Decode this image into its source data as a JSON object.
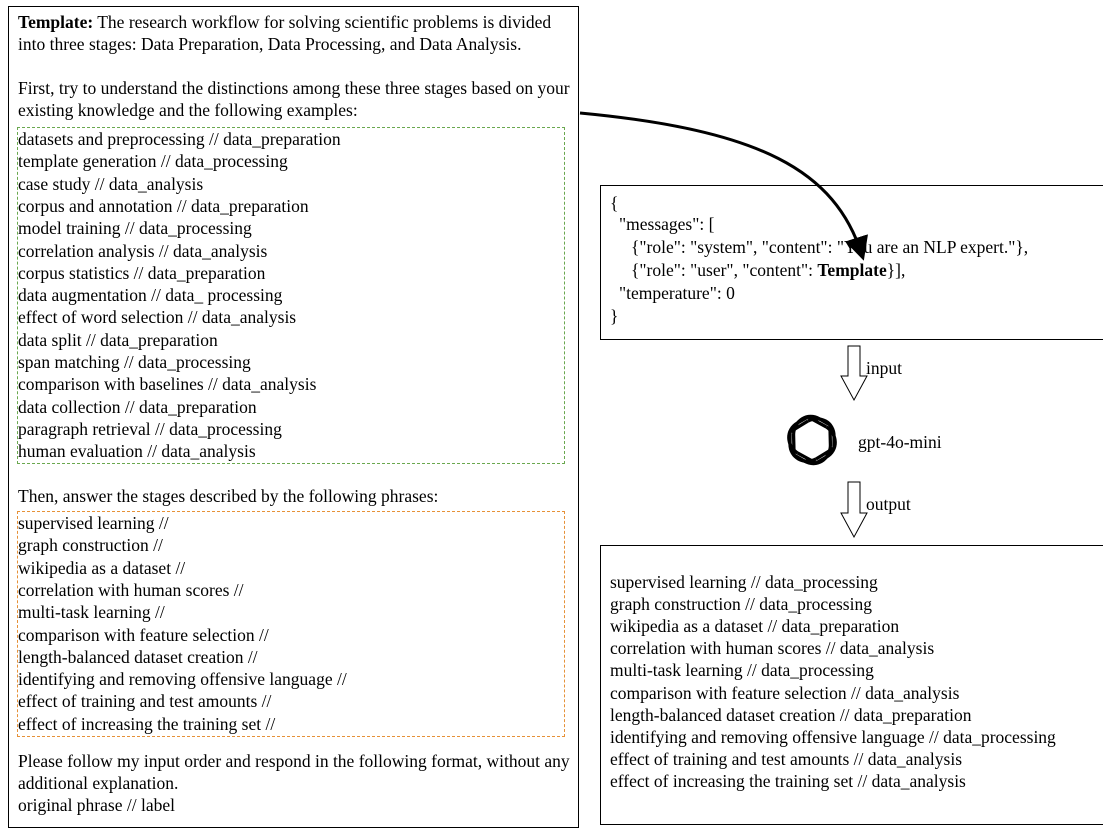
{
  "template": {
    "heading_bold": "Template:",
    "heading_rest": " The research workflow for solving scientific problems is divided into three stages: Data Preparation, Data Processing, and Data Analysis.",
    "intro2": "First, try to understand the distinctions among these three stages based on your existing knowledge and the following examples:",
    "examples": [
      "datasets and preprocessing // data_preparation",
      "template generation // data_processing",
      "case study // data_analysis",
      "corpus and annotation // data_preparation",
      "model training // data_processing",
      "correlation analysis // data_analysis",
      "corpus statistics // data_preparation",
      "data augmentation // data_ processing",
      "effect of word selection // data_analysis",
      "data split // data_preparation",
      "span matching // data_processing",
      "comparison with baselines // data_analysis",
      "data collection // data_preparation",
      "paragraph retrieval // data_processing",
      "human evaluation // data_analysis"
    ],
    "then_text": "Then, answer the stages described by the following phrases:",
    "queries": [
      "supervised learning //",
      "graph construction //",
      "wikipedia as a dataset //",
      "correlation with human scores //",
      "multi-task learning //",
      "comparison with feature selection //",
      "length-balanced dataset creation //",
      "identifying and removing offensive language //",
      "effect of training and test amounts //",
      "effect of increasing the training set //"
    ],
    "follow_text": "Please follow my input order and respond in the following format, without any additional explanation.",
    "format_text": "original phrase // label"
  },
  "request": {
    "open_brace": "{",
    "messages_line": "\"messages\": [",
    "system_line_a": "{\"role\": \"system\", \"content\": ",
    "system_line_b": "\"You are an NLP expert.\"},",
    "user_line_a": "{\"role\": \"user\", \"content\": ",
    "user_template": "Template",
    "user_line_b": "}],",
    "temperature_line": "\"temperature\": 0",
    "close_brace": "}"
  },
  "flow": {
    "input_label": "input",
    "model_name": "gpt-4o-mini",
    "output_label": "output"
  },
  "output": [
    "supervised learning // data_processing",
    "graph construction // data_processing",
    "wikipedia as a dataset // data_preparation",
    "correlation with human scores // data_analysis",
    "multi-task learning // data_processing",
    "comparison with feature selection // data_analysis",
    "length-balanced dataset creation // data_preparation",
    "identifying and removing offensive language // data_processing",
    "effect of training and test amounts // data_analysis",
    "effect of increasing the training set // data_analysis"
  ],
  "colors": {
    "examples_border": "#6aa84f",
    "queries_border": "#e69138"
  }
}
